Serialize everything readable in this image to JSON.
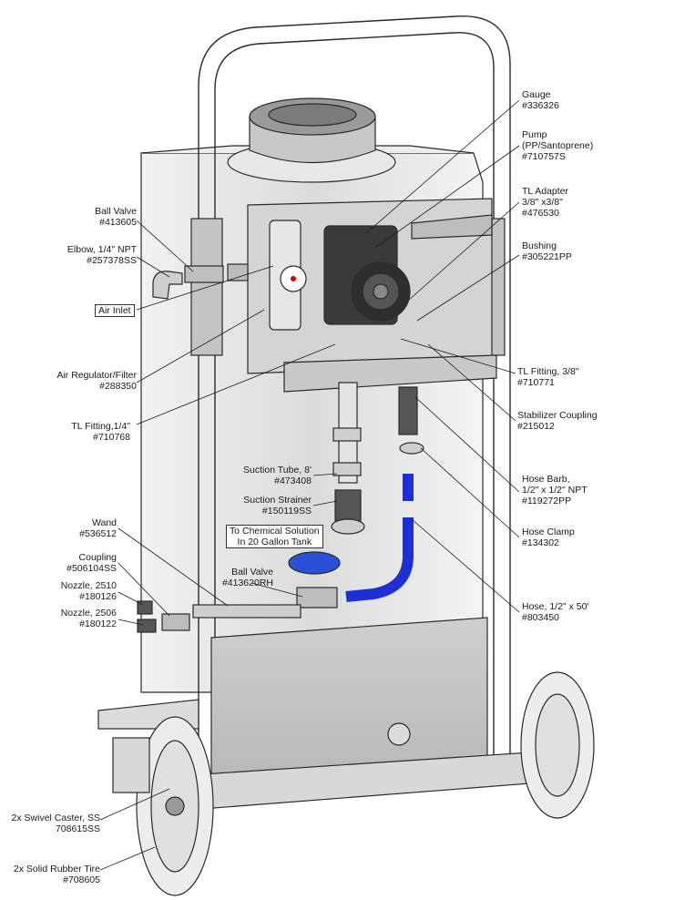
{
  "callouts": {
    "gauge": {
      "name": "Gauge",
      "part": "#336326"
    },
    "pump": {
      "name": "Pump",
      "sub": "(PP/Santoprene)",
      "part": "#710757S"
    },
    "tl_adapter": {
      "name": "TL Adapter",
      "sub": "3/8\" x3/8\"",
      "part": "#476530"
    },
    "bushing": {
      "name": "Bushing",
      "part": "#305221PP"
    },
    "ball_valve_top": {
      "name": "Ball Valve",
      "part": "#413605"
    },
    "elbow": {
      "name": "Elbow, 1/4\" NPT",
      "part": "#257378SS"
    },
    "air_inlet": {
      "name": "Air Inlet"
    },
    "air_regulator": {
      "name": "Air Regulator/Filter",
      "part": "#288350"
    },
    "tl_fitting_38": {
      "name": "TL Fitting, 3/8\"",
      "part": "#710771"
    },
    "stabilizer": {
      "name": "Stabilizer Coupling",
      "part": "#215012"
    },
    "tl_fitting_14": {
      "name": "TL Fitting,1/4\"",
      "part": "#710768"
    },
    "suction_tube": {
      "name": "Suction Tube, 8'",
      "part": "#473408"
    },
    "hose_barb": {
      "name": "Hose Barb,",
      "sub": "1/2\" x 1/2\" NPT",
      "part": "#119272PP"
    },
    "suction_strainer": {
      "name": "Suction Strainer",
      "part": "#150119SS"
    },
    "chemical": {
      "line1": "To Chemical Solution",
      "line2": "In 20 Gallon Tank"
    },
    "hose_clamp": {
      "name": "Hose Clamp",
      "part": "#134302"
    },
    "wand": {
      "name": "Wand",
      "part": "#536512"
    },
    "coupling": {
      "name": "Coupling",
      "part": "#506104SS"
    },
    "ball_valve_bottom": {
      "name": "Ball Valve",
      "part": "#413620RH"
    },
    "nozzle_2510": {
      "name": "Nozzle, 2510",
      "part": "#180126"
    },
    "hose": {
      "name": "Hose, 1/2\" x 50'",
      "part": "#803450"
    },
    "nozzle_2506": {
      "name": "Nozzle, 2506",
      "part": "#180122"
    },
    "caster": {
      "name": "2x Swivel Caster, SS",
      "part": "708615SS"
    },
    "tire": {
      "name": "2x Solid Rubber Tire",
      "part": "#708605"
    }
  },
  "colors": {
    "frame": "#e4e4e4",
    "outline": "#2a2a2a",
    "panel": "#d2d2d2",
    "pump_body": "#3a3a3a",
    "hose_blue": "#1f2fd6",
    "valve_blue": "#2a50d8",
    "tire": "#ededed"
  }
}
